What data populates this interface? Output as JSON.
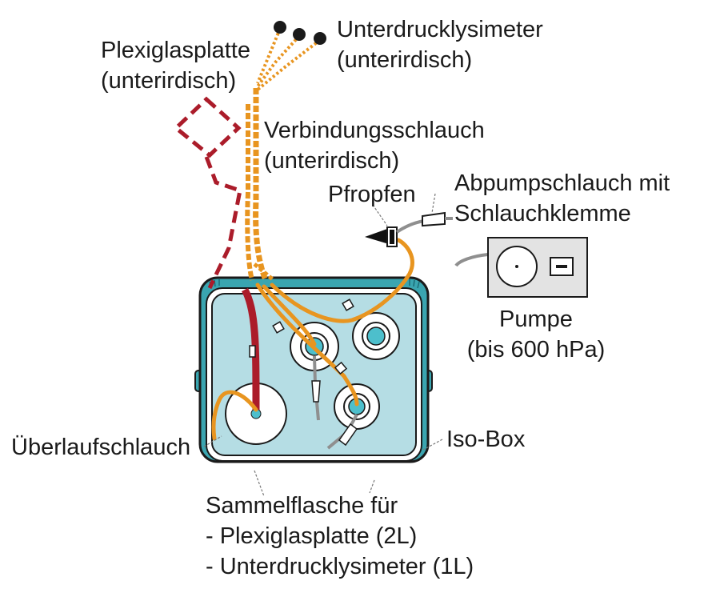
{
  "labels": {
    "unterdruck_line1": "Unterdrucklysimeter",
    "unterdruck_line2": "(unterirdisch)",
    "plexi_line1": "Plexiglasplatte",
    "plexi_line2": "(unterirdisch)",
    "verbindung_line1": "Verbindungsschlauch",
    "verbindung_line2": "(unterirdisch)",
    "pfropfen": "Pfropfen",
    "abpump_line1": "Abpumpschlauch mit",
    "abpump_line2": "Schlauchklemme",
    "pumpe_line1": "Pumpe",
    "pumpe_line2": "(bis 600 hPa)",
    "ueberlauf": "Überlaufschlauch",
    "isobox": "Iso-Box",
    "sammel_line1": "Sammelflasche für",
    "sammel_line2": "- Plexiglasplatte (2L)",
    "sammel_line3": "- Unterdrucklysimeter (1L)"
  },
  "colors": {
    "box_outer": "#3aa5b0",
    "box_inner": "#b5dde4",
    "tube_orange": "#e89520",
    "tube_red": "#ab1c2a",
    "bottle_cap": "#4dbfcc",
    "pump_body": "#e3e3e3"
  }
}
